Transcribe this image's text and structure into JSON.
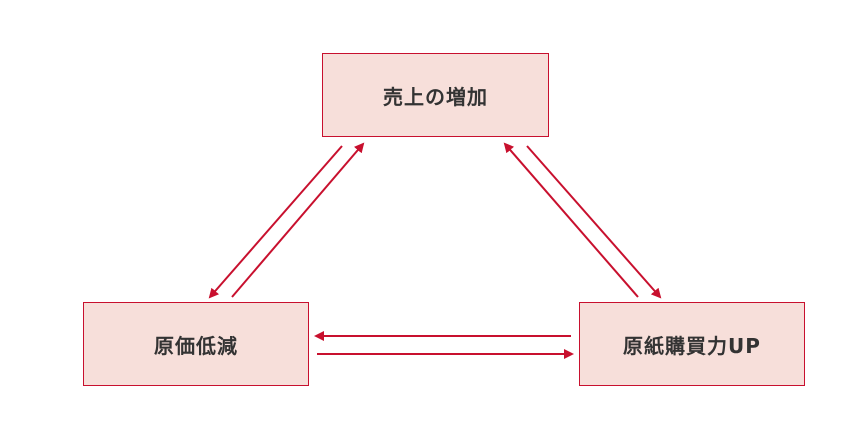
{
  "diagram": {
    "nodes": {
      "top": "売上の増加",
      "left": "原価低減",
      "right": "原紙購買力UP"
    },
    "colors": {
      "accent": "#c8102e",
      "node_fill": "#f7dfda",
      "text": "#333333",
      "background": "#ffffff"
    }
  }
}
